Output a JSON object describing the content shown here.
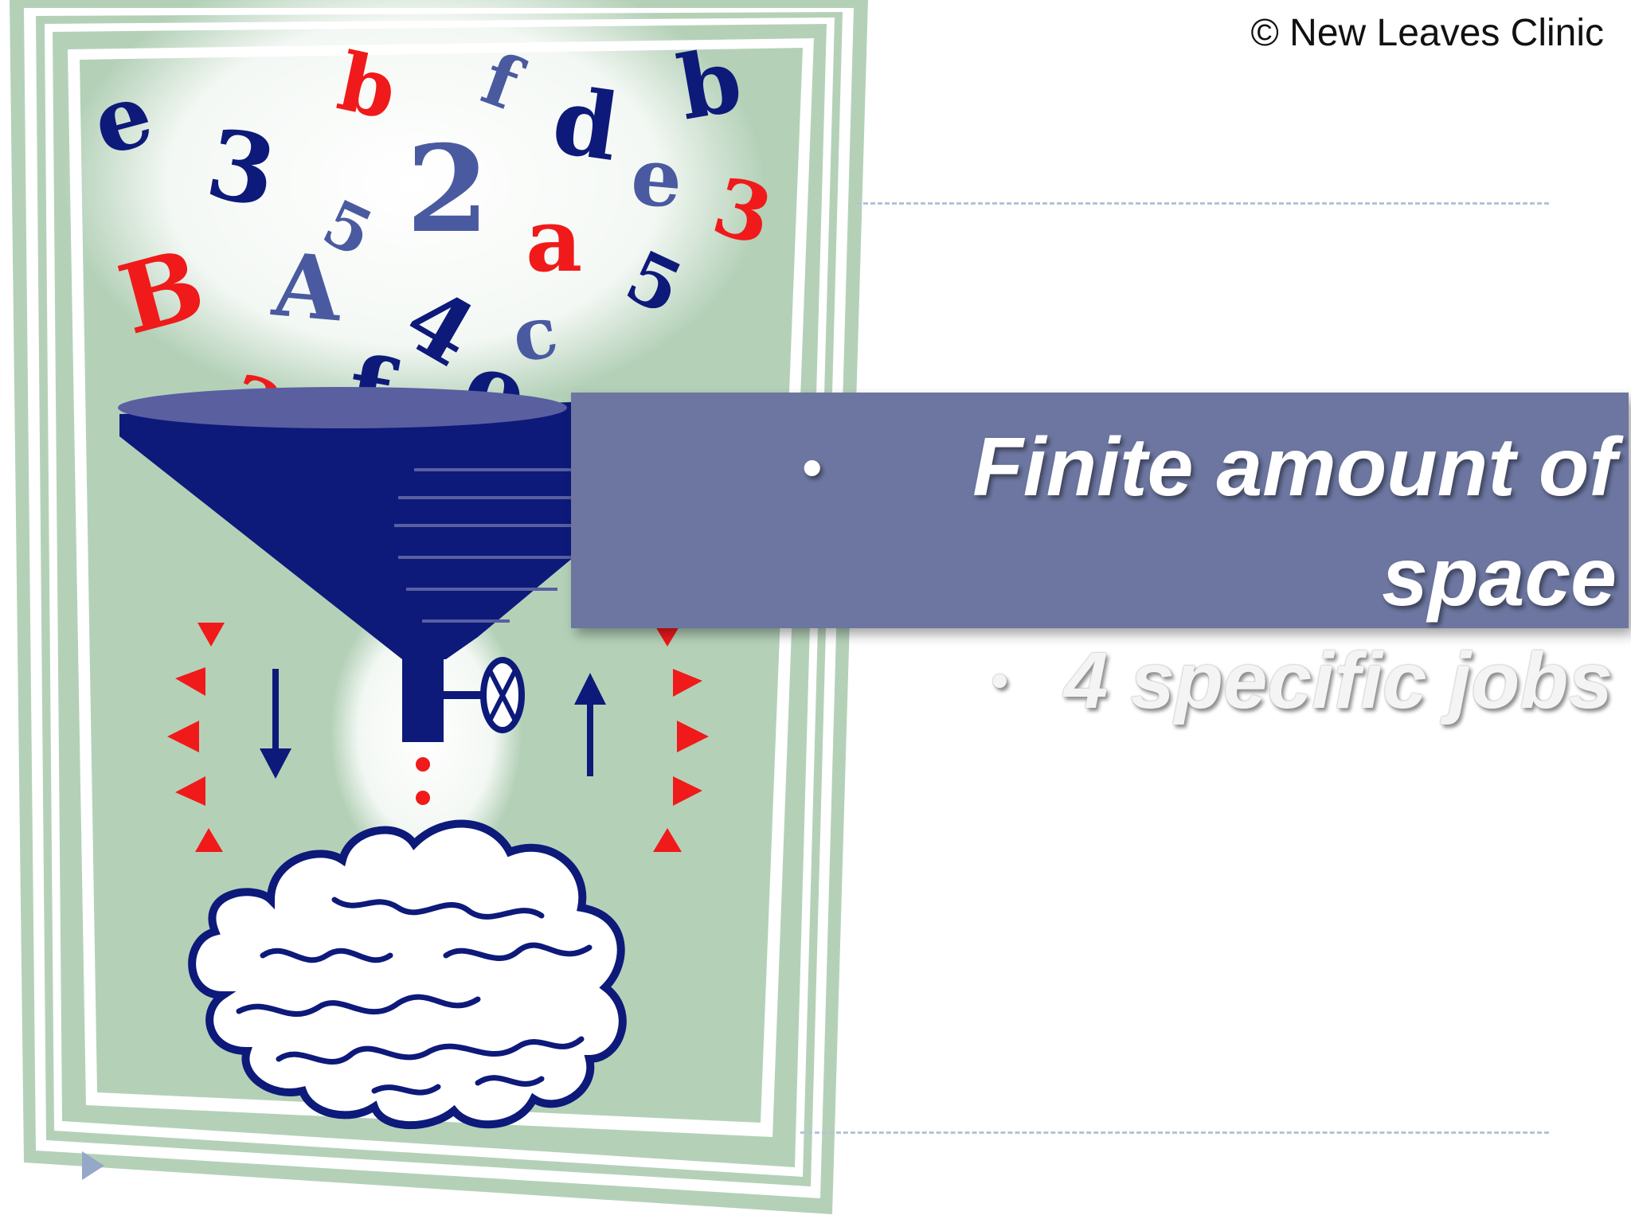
{
  "copyright": "© New Leaves Clinic",
  "bullets": {
    "first": {
      "marker": "•",
      "text": "Finite amount of space"
    },
    "second": {
      "marker": "•",
      "text": "4 specific jobs"
    }
  },
  "clipart": {
    "glyphs": [
      {
        "c": "e",
        "color": "#0d1a7a"
      },
      {
        "c": "3",
        "color": "#0d1a7a"
      },
      {
        "c": "b",
        "color": "#f01a1a"
      },
      {
        "c": "f",
        "color": "#4a5aa0"
      },
      {
        "c": "d",
        "color": "#0d1a7a"
      },
      {
        "c": "b",
        "color": "#0d1a7a"
      },
      {
        "c": "5",
        "color": "#4a5aa0"
      },
      {
        "c": "2",
        "color": "#4a5aa0"
      },
      {
        "c": "e",
        "color": "#4a5aa0"
      },
      {
        "c": "3",
        "color": "#f01a1a"
      },
      {
        "c": "a",
        "color": "#f01a1a"
      },
      {
        "c": "B",
        "color": "#f01a1a"
      },
      {
        "c": "A",
        "color": "#4a5aa0"
      },
      {
        "c": "4",
        "color": "#0d1a7a"
      },
      {
        "c": "5",
        "color": "#0d1a7a"
      },
      {
        "c": "c",
        "color": "#4a5aa0"
      },
      {
        "c": "a",
        "color": "#f01a1a"
      },
      {
        "c": "f",
        "color": "#0d1a7a"
      },
      {
        "c": "e",
        "color": "#0d1a7a"
      }
    ],
    "colors": {
      "frame": "#b4d1b8",
      "funnel": "#0d1a7a",
      "funnel_rim": "#5a5fa0",
      "marker_red": "#f01a1a",
      "arrow_navy": "#0d1a7a"
    }
  },
  "icons": {
    "nav": "play-triangle-icon"
  }
}
